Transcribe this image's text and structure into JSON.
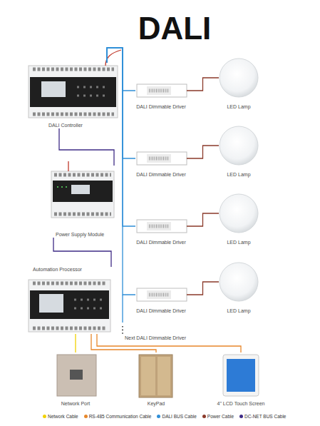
{
  "diagram": {
    "title": "DALI",
    "nodes": [
      {
        "text": [
          "DALI Controller"
        ]
      },
      {
        "text": [
          "Power Supply Module"
        ]
      },
      {
        "text": [
          "Automation Processor"
        ]
      },
      {
        "text": [
          "DALI Dimmable Driver"
        ]
      },
      {
        "text": [
          "DALI Dimmable Driver"
        ]
      },
      {
        "text": [
          "DALI Dimmable Driver"
        ]
      },
      {
        "text": [
          "DALI Dimmable Driver"
        ]
      },
      {
        "text": [
          "LED Lamp"
        ]
      },
      {
        "text": [
          "LED Lamp"
        ]
      },
      {
        "text": [
          "LED Lamp"
        ]
      },
      {
        "text": [
          "LED Lamp"
        ]
      },
      {
        "text": [
          "Network Port"
        ]
      },
      {
        "text": [
          "KeyPad"
        ]
      },
      {
        "text": [
          "4\" LCD Touch Screen"
        ]
      }
    ],
    "edges": [
      {
        "from": 0,
        "to": 3,
        "arrow": "none"
      },
      {
        "from": 0,
        "to": 4,
        "arrow": "none"
      },
      {
        "from": 0,
        "to": 5,
        "arrow": "none"
      },
      {
        "from": 0,
        "to": 6,
        "arrow": "none"
      },
      {
        "from": 3,
        "to": 7,
        "arrow": "none"
      },
      {
        "from": 4,
        "to": 8,
        "arrow": "none"
      },
      {
        "from": 5,
        "to": 9,
        "arrow": "none"
      },
      {
        "from": 6,
        "to": 10,
        "arrow": "none"
      },
      {
        "from": 0,
        "to": 1,
        "arrow": "none"
      },
      {
        "from": 1,
        "to": 2,
        "arrow": "none"
      },
      {
        "from": 2,
        "to": 11,
        "arrow": "none"
      },
      {
        "from": 2,
        "to": 12,
        "arrow": "none"
      },
      {
        "from": 2,
        "to": 13,
        "arrow": "none"
      }
    ],
    "labels": [
      "Next DALI Dimmable Driver"
    ],
    "legend": [
      {
        "text": "Network Cable",
        "color": "#f2d200"
      },
      {
        "text": "RS-485 Communication Cable",
        "color": "#e8872a"
      },
      {
        "text": "DALI BUS Cable",
        "color": "#2f8fd8"
      },
      {
        "text": "Power Cable",
        "color": "#8b3a2a"
      },
      {
        "text": "DC-NET BUS Cable",
        "color": "#3f2c86"
      }
    ]
  }
}
